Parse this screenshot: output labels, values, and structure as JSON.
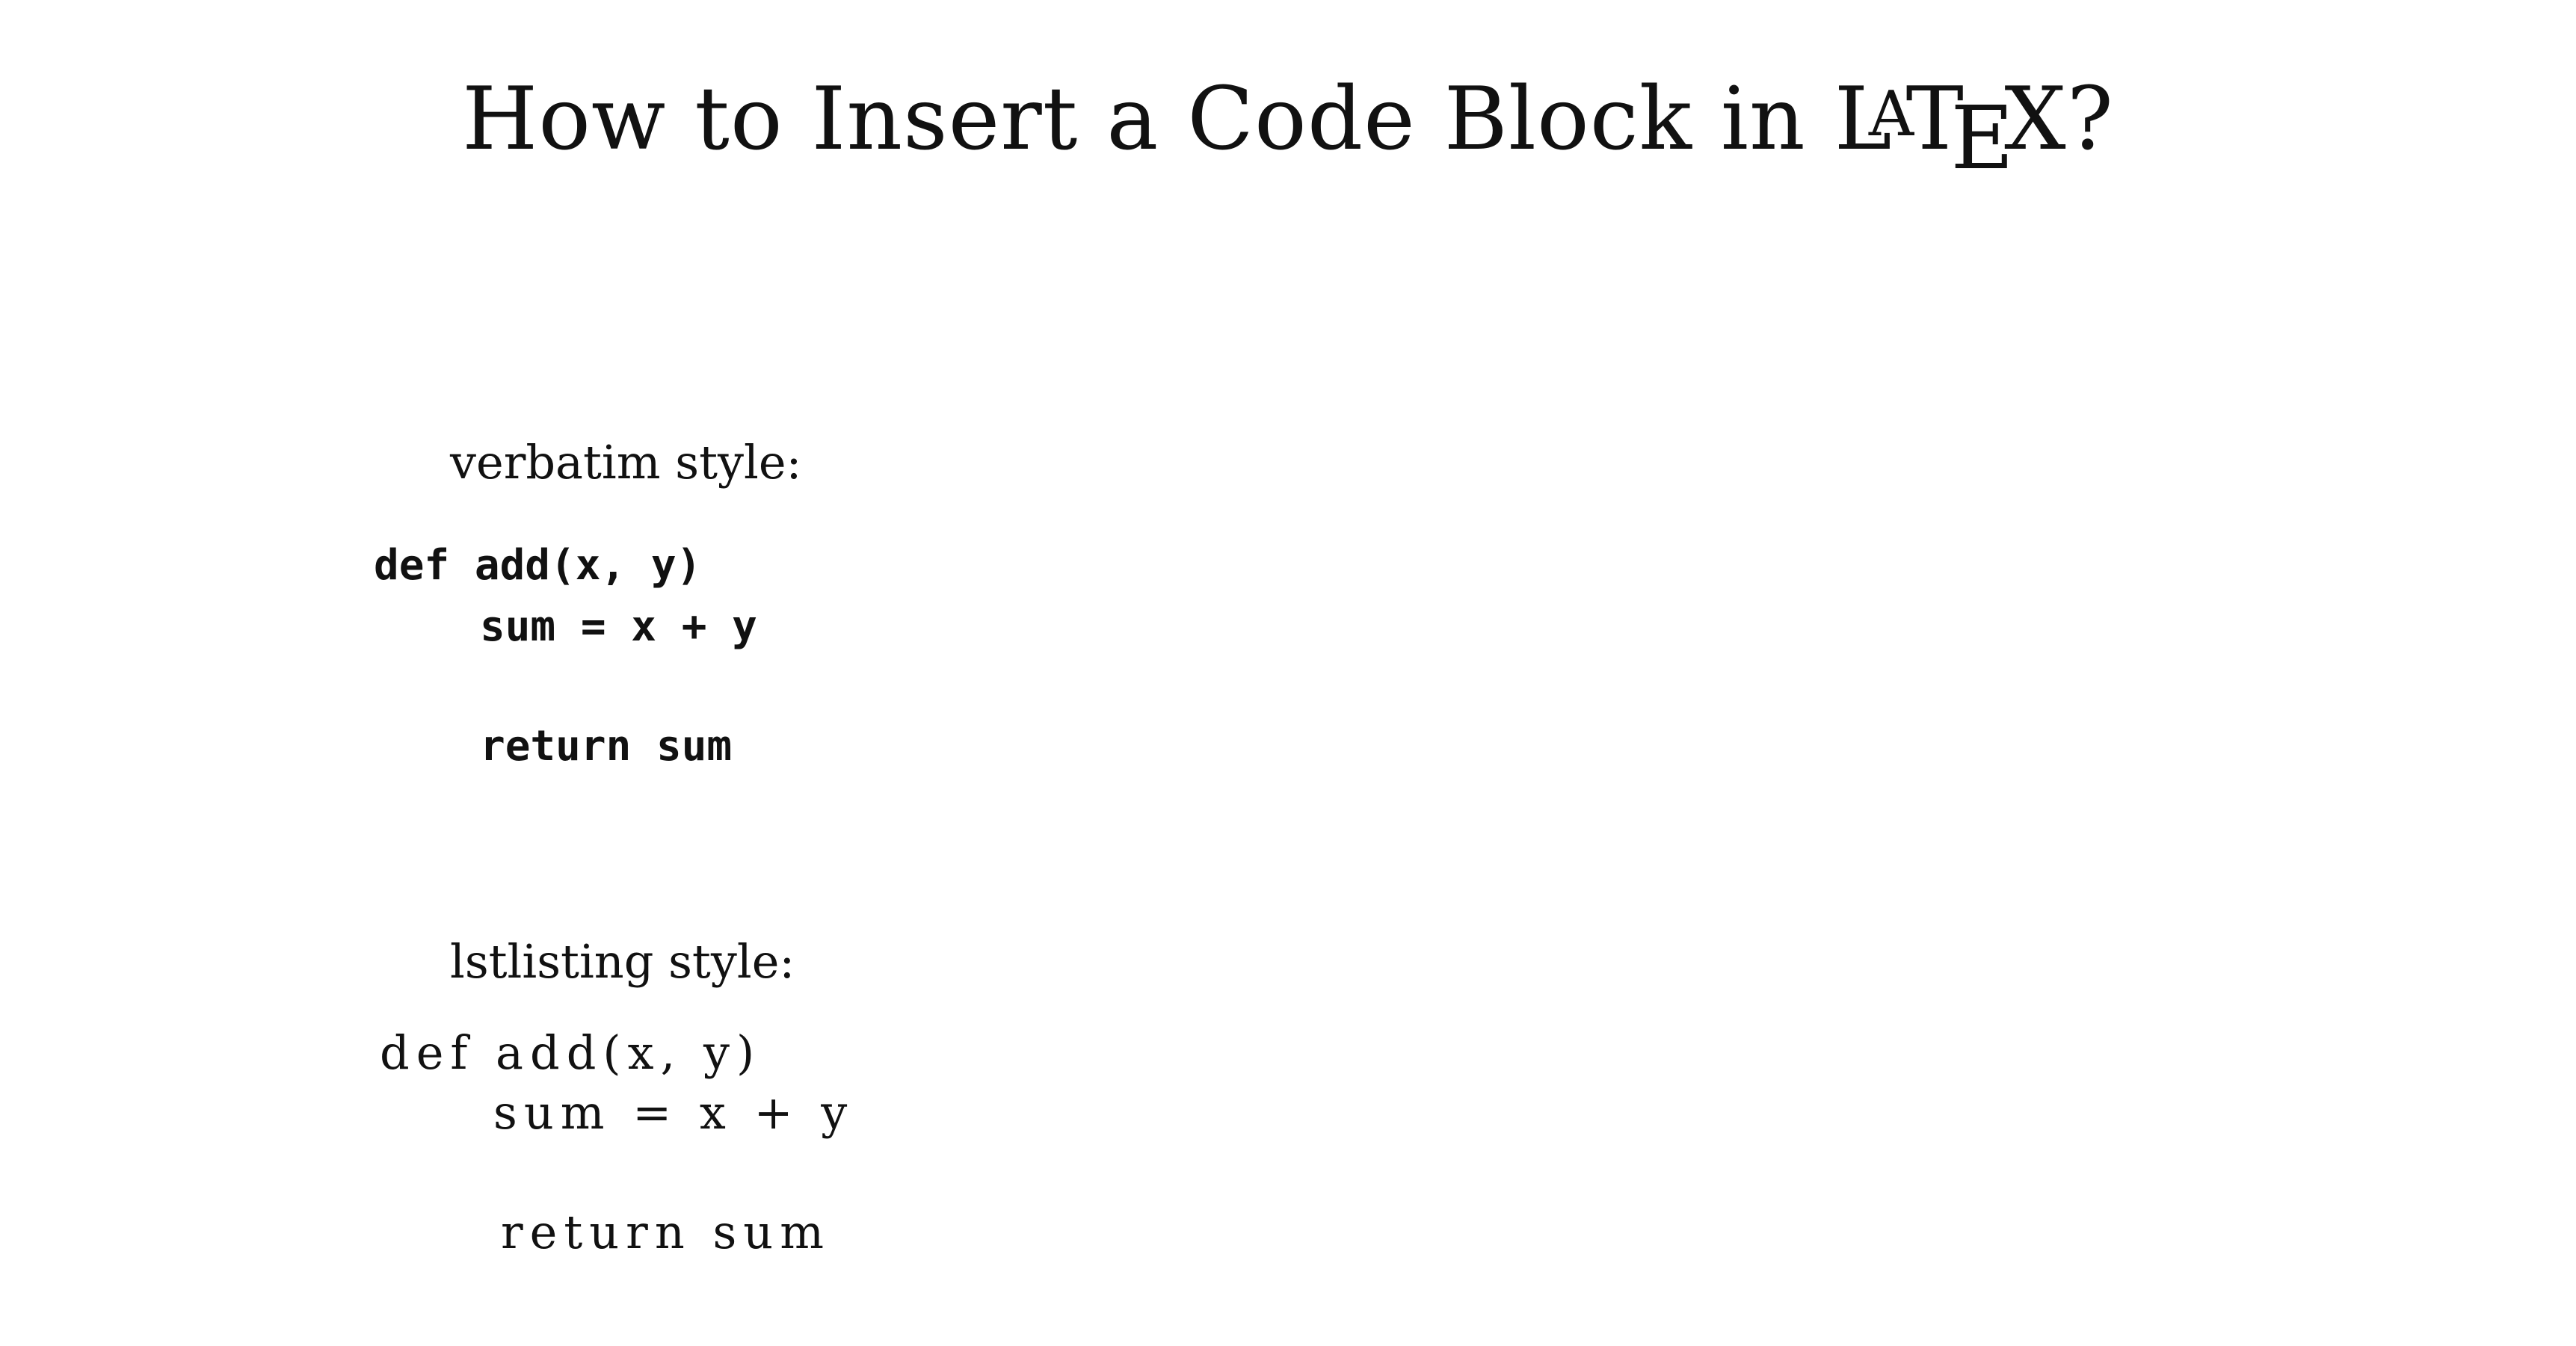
{
  "title": {
    "prefix": "How to Insert a Code Block in ",
    "latex": {
      "l": "L",
      "a": "A",
      "t": "T",
      "e": "E",
      "x": "X"
    },
    "suffix": "?"
  },
  "sections": {
    "verbatim": {
      "label": "verbatim style:",
      "lines": [
        "def add(x, y)",
        "sum = x + y",
        "return sum"
      ]
    },
    "lstlisting": {
      "label": "lstlisting style:",
      "lines": [
        "def add(x, y)",
        "sum = x + y",
        "return sum"
      ]
    }
  }
}
